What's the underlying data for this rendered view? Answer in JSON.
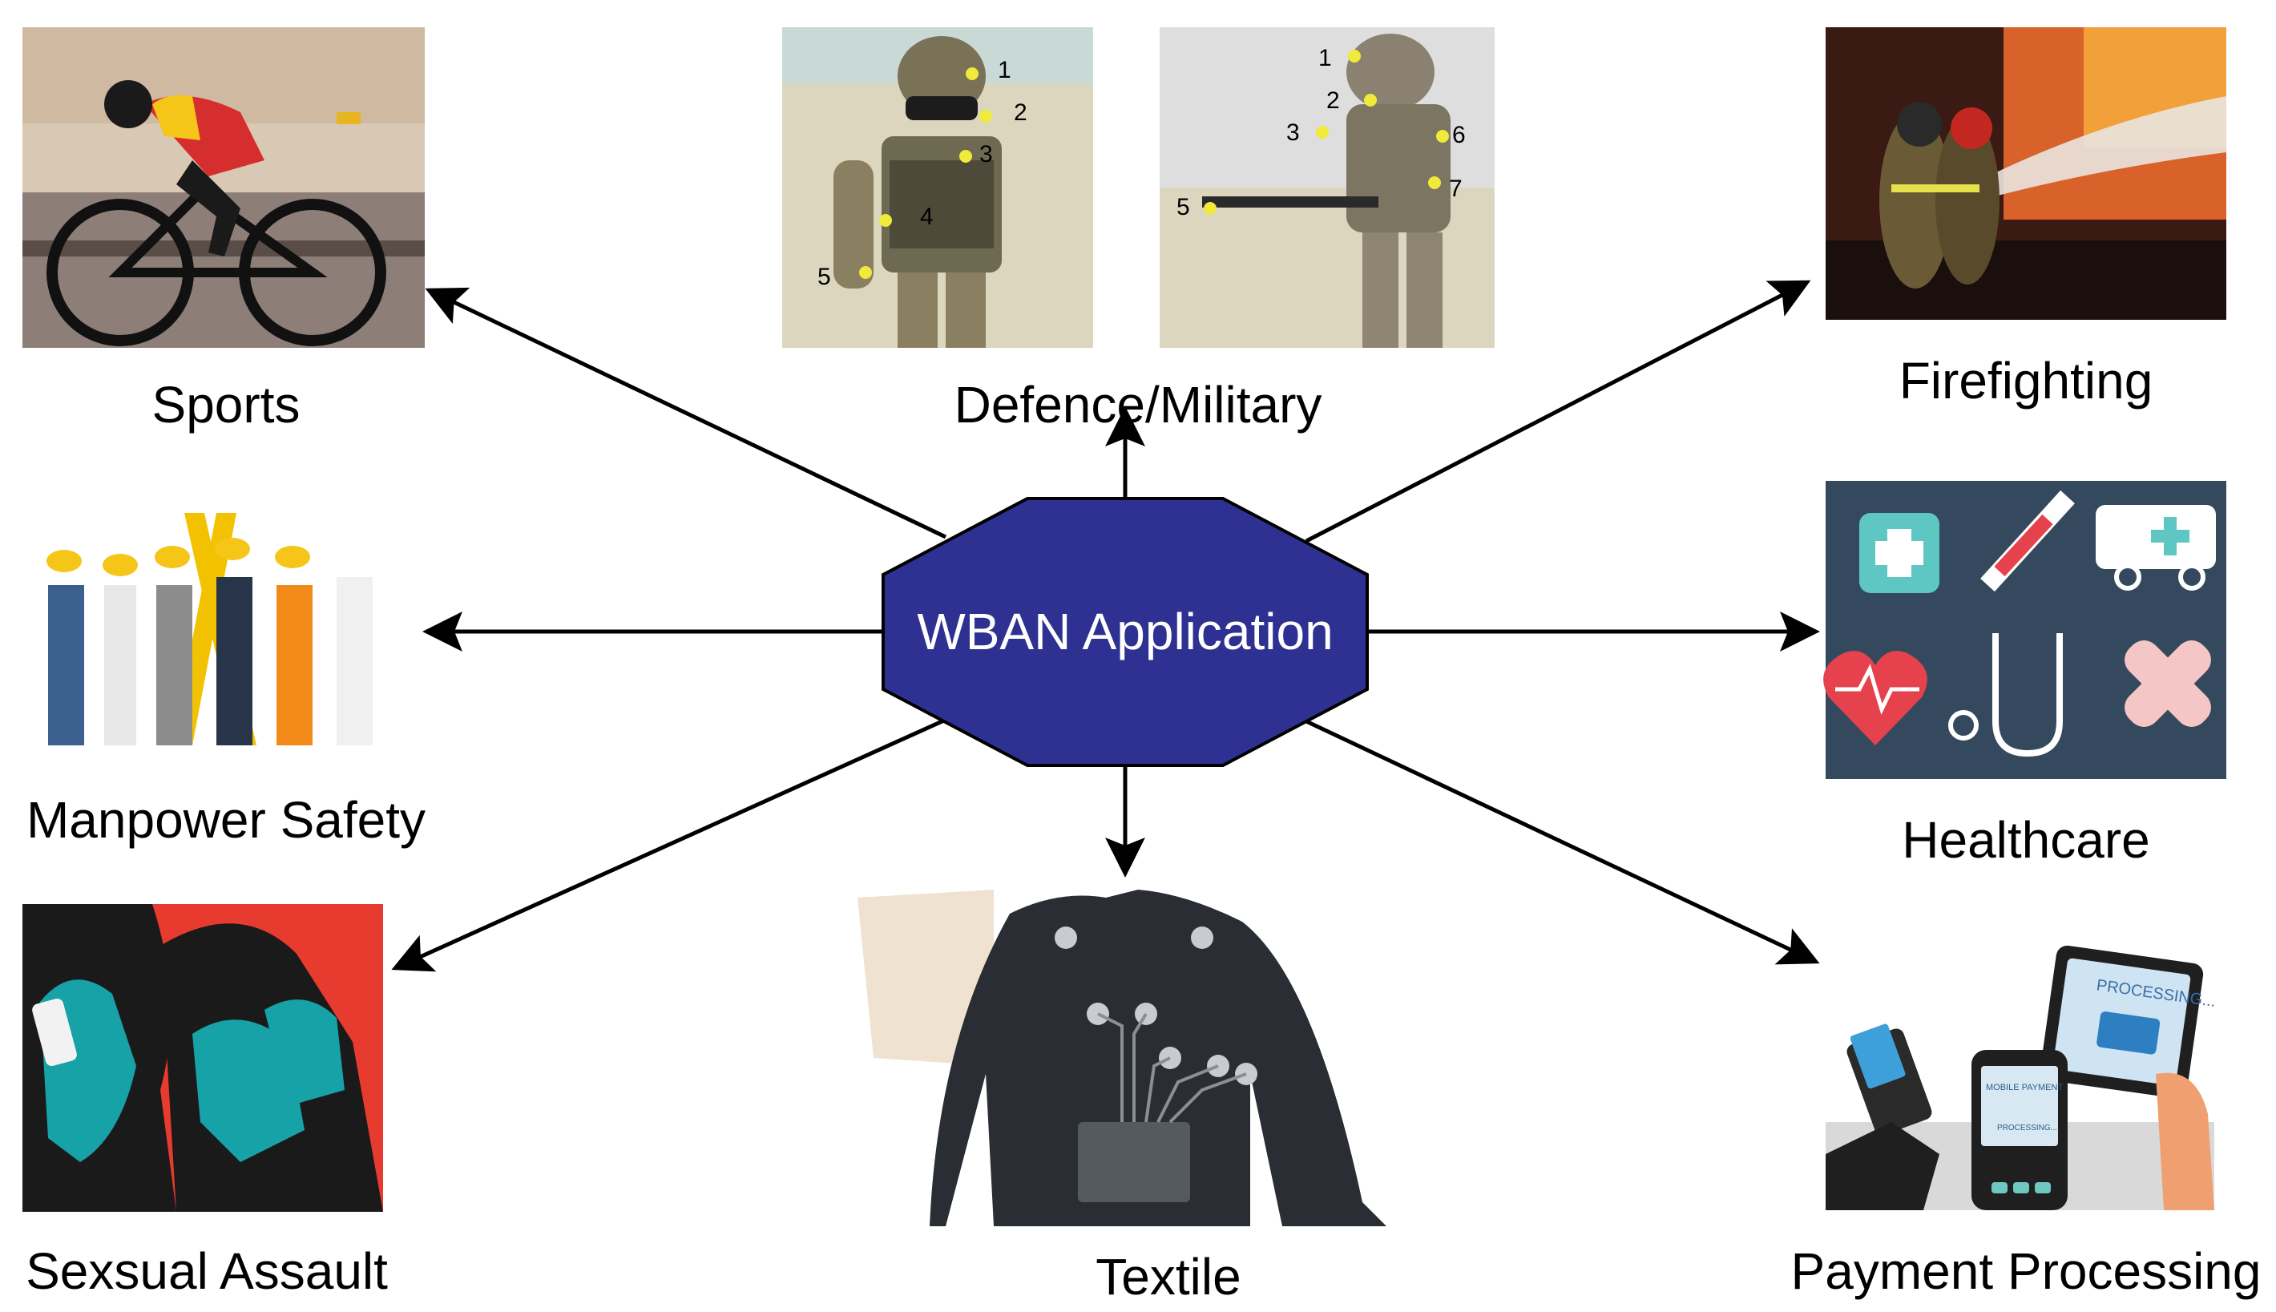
{
  "center": {
    "label": "WBAN Application"
  },
  "applications": {
    "sports": "Sports",
    "defence_military": "Defence/Military",
    "firefighting": "Firefighting",
    "manpower_safety": "Manpower Safety",
    "healthcare": "Healthcare",
    "sexual_assault": "Sexsual Assault",
    "textile": "Textile",
    "payment_processing": "Payment Processing"
  },
  "figure_annotations": {
    "soldier_front_points": [
      "1",
      "2",
      "3",
      "4",
      "5"
    ],
    "soldier_side_points": [
      "1",
      "2",
      "3",
      "5",
      "6",
      "7"
    ],
    "payment_screen": "PROCESSING...",
    "terminal_text": "MOBILE PAYMENT",
    "terminal_subtext": "PROCESSING..."
  },
  "colors": {
    "center_fill": "#2e3192",
    "healthcare_bg": "#34495e",
    "assault_bg": "#e63b2e",
    "assault_figure": "#17a2a8"
  }
}
